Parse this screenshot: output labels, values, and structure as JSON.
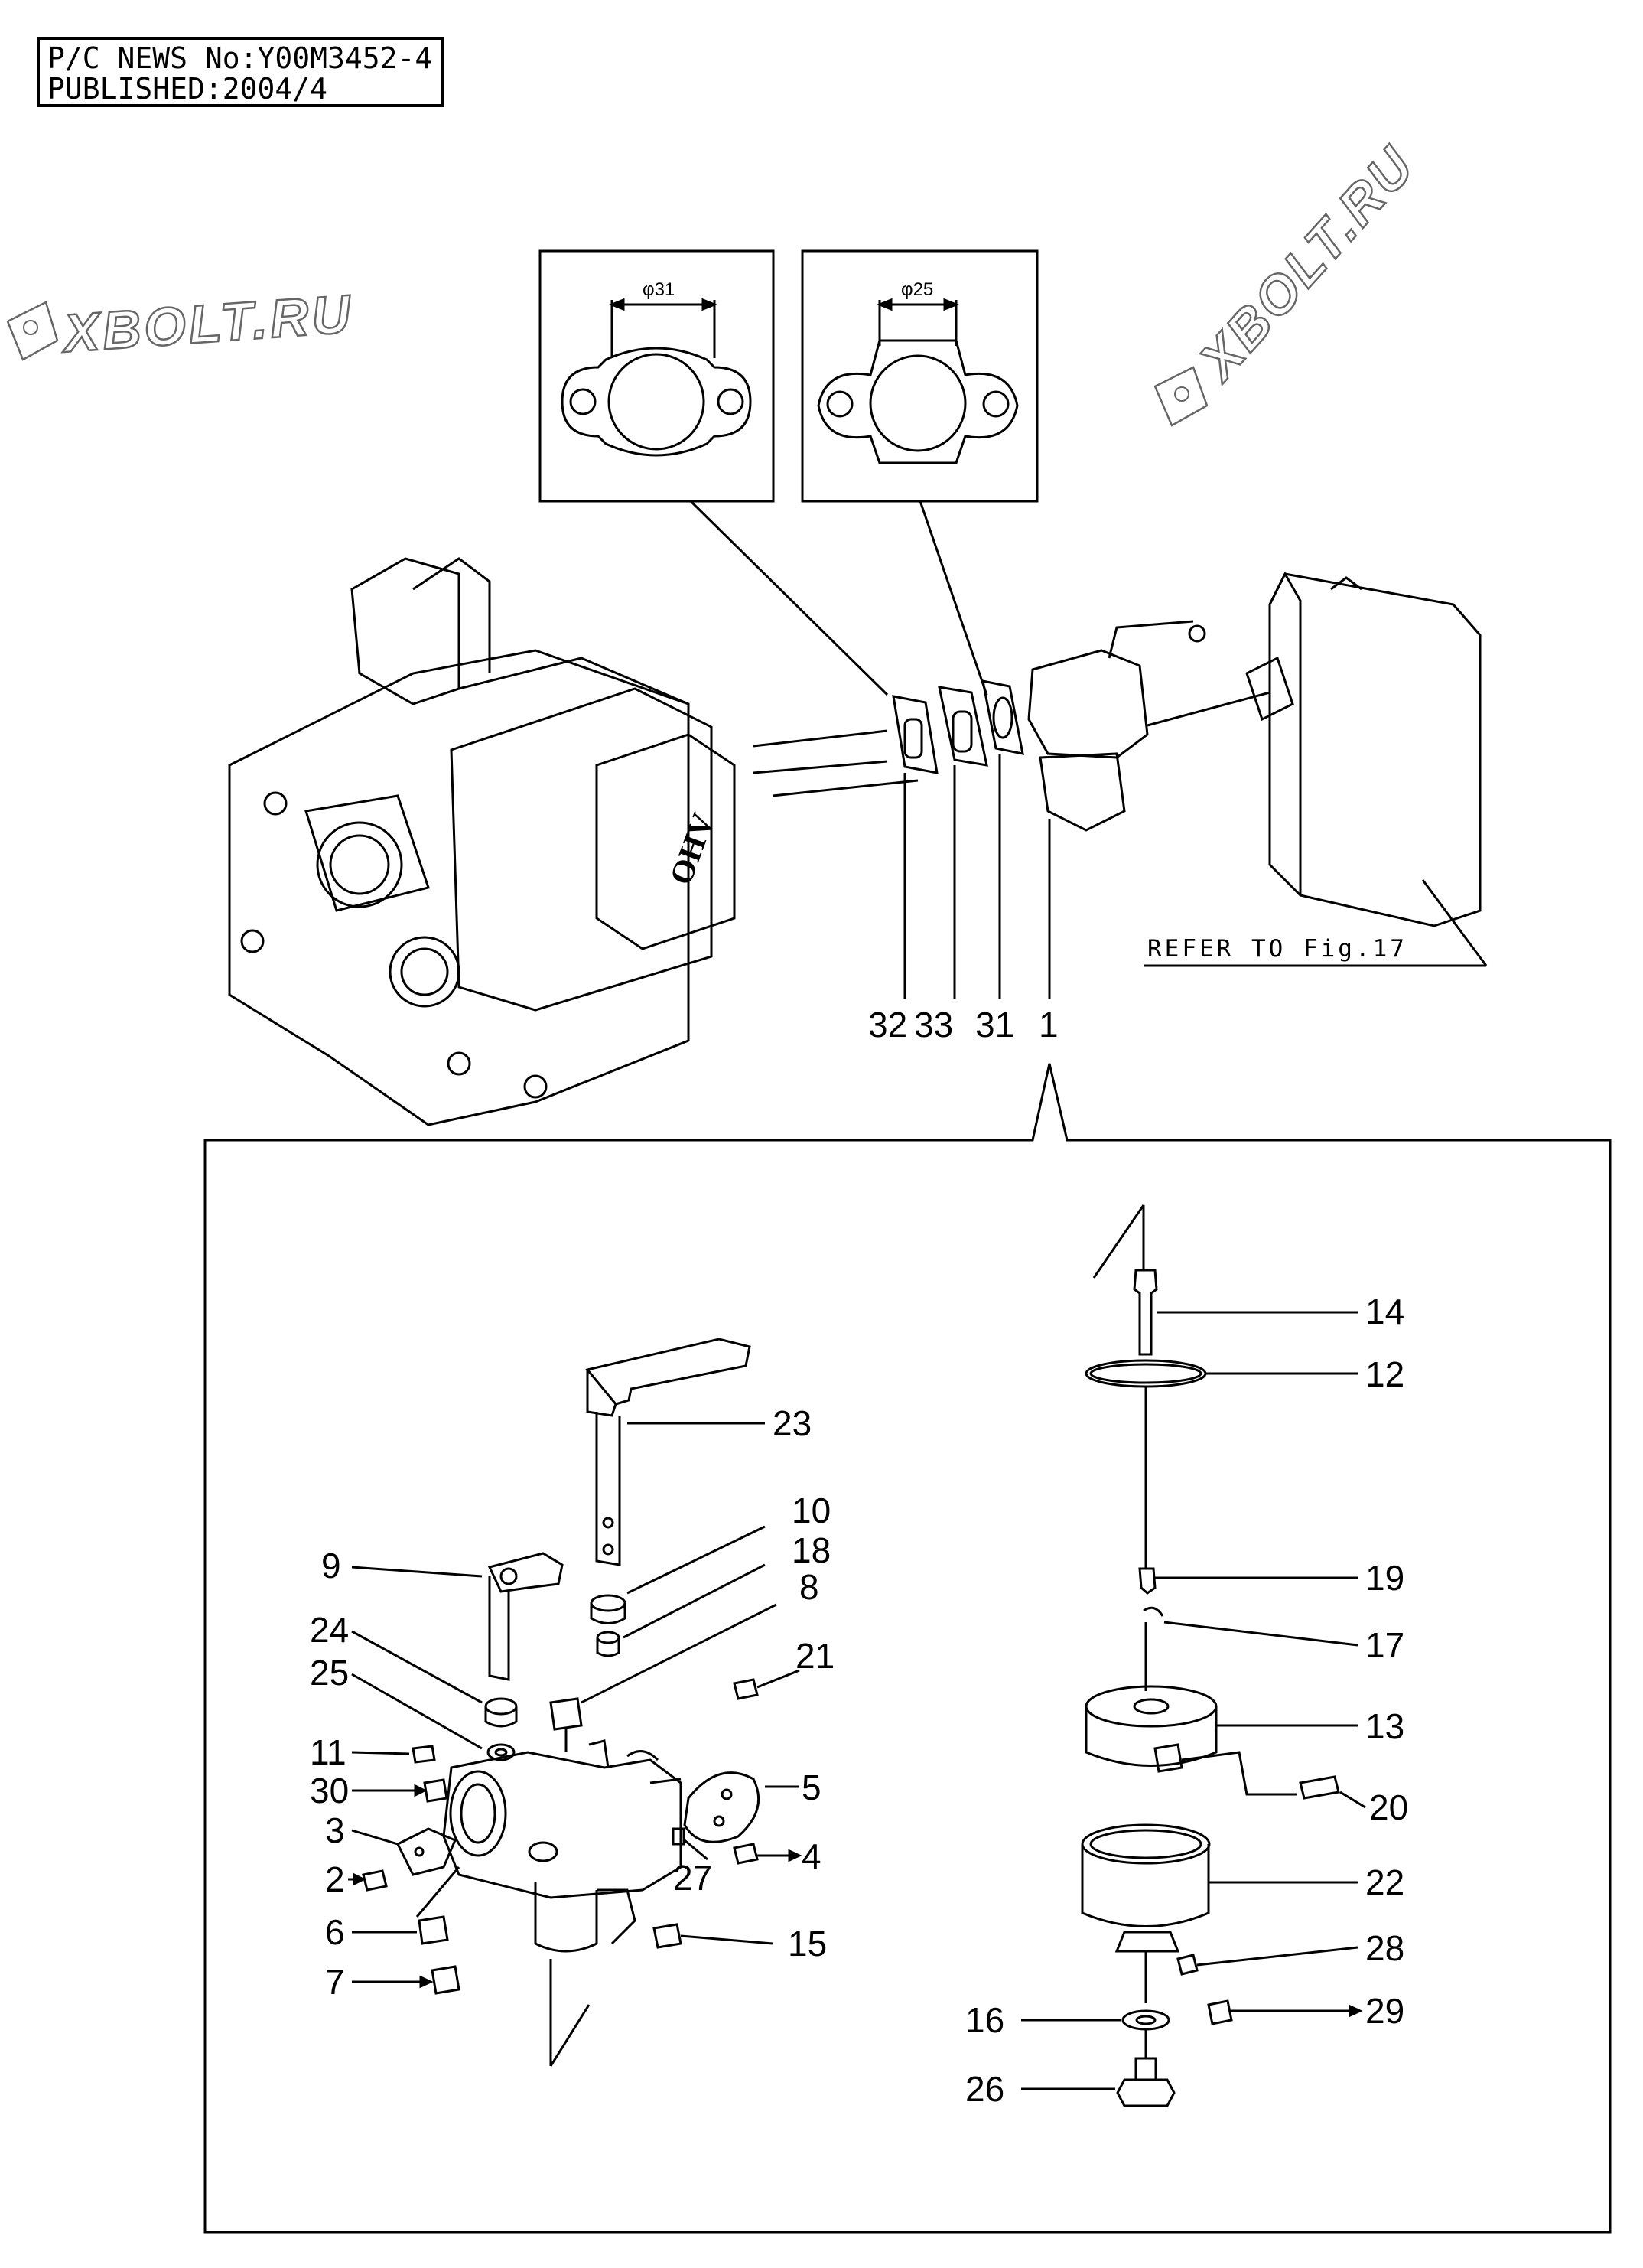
{
  "header": {
    "news_line": "P/C NEWS No:Y00M3452-4",
    "published_line": "PUBLISHED:2004/4"
  },
  "watermark": {
    "text": "XBOLT.RU"
  },
  "gaskets": {
    "left_dim": "φ31",
    "right_dim": "φ25"
  },
  "engine": {
    "cover_text": "OHV"
  },
  "refer_note": "REFER TO Fig.17",
  "top_callouts": [
    "32",
    "33",
    "31",
    "1"
  ],
  "parts": {
    "p2": "2",
    "p3": "3",
    "p4": "4",
    "p5": "5",
    "p6": "6",
    "p7": "7",
    "p8": "8",
    "p9": "9",
    "p10": "10",
    "p11": "11",
    "p12": "12",
    "p13": "13",
    "p14": "14",
    "p15": "15",
    "p16": "16",
    "p17": "17",
    "p18": "18",
    "p19": "19",
    "p20": "20",
    "p21": "21",
    "p22": "22",
    "p23": "23",
    "p24": "24",
    "p25": "25",
    "p26": "26",
    "p27": "27",
    "p28": "28",
    "p29": "29",
    "p30": "30"
  },
  "colors": {
    "ink": "#000000",
    "paper": "#ffffff",
    "watermark_outline": "#666666"
  }
}
